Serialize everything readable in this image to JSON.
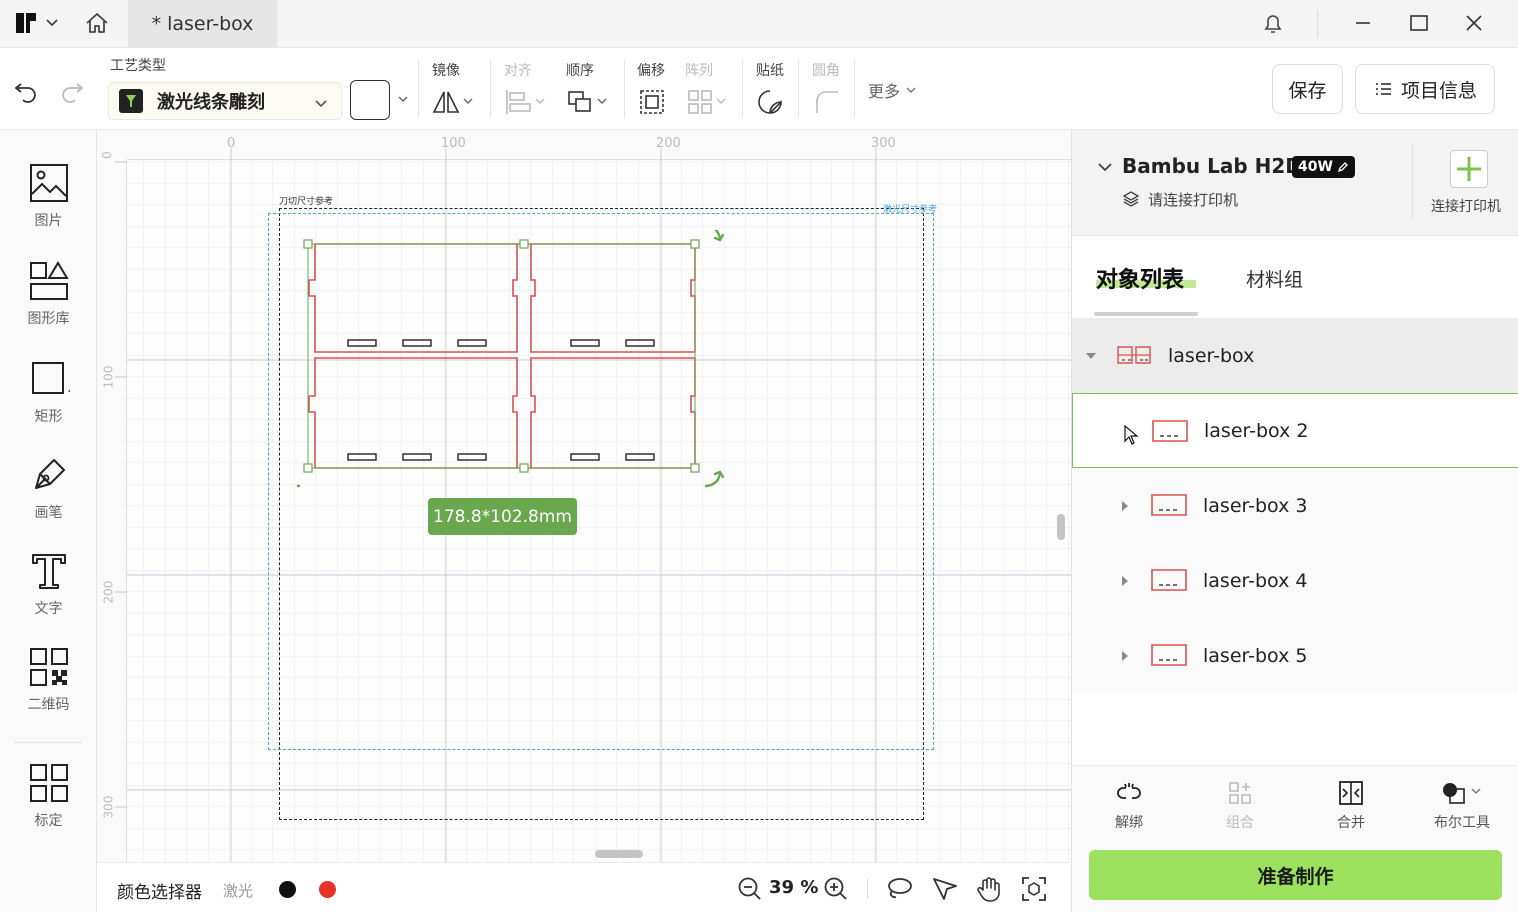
{
  "titlebar": {
    "tab_title": "* laser-box"
  },
  "toolbar": {
    "process_label": "工艺类型",
    "process_value": "激光线条雕刻",
    "groups": {
      "mirror": "镜像",
      "align": "对齐",
      "order": "顺序",
      "offset": "偏移",
      "array": "阵列",
      "sticker": "贴纸",
      "corner": "圆角",
      "more": "更多"
    },
    "save_label": "保存",
    "project_info_label": "项目信息"
  },
  "leftbar": {
    "tools": [
      "图片",
      "图形库",
      "矩形",
      "画笔",
      "文字",
      "二维码",
      "标定"
    ]
  },
  "canvas": {
    "ruler_top": [
      "0",
      "100",
      "200",
      "300"
    ],
    "ruler_left": [
      "0",
      "100",
      "200",
      "300"
    ],
    "ref_label_left": "刀切尺寸参考",
    "ref_label_right": "激光尺寸参考",
    "dimension": "178.8*102.8mm"
  },
  "bottombar": {
    "color_picker_label": "颜色选择器",
    "laser_label": "激光",
    "swatches": [
      "#111111",
      "#e8332a"
    ],
    "zoom": "39 %"
  },
  "printer": {
    "name": "Bambu Lab H2D",
    "power": "40W",
    "status": "请连接打印机",
    "connect_label": "连接打印机"
  },
  "panel": {
    "tab_objects": "对象列表",
    "tab_materials": "材料组",
    "root": "laser-box",
    "children": [
      "laser-box 2",
      "laser-box 3",
      "laser-box 4",
      "laser-box 5"
    ],
    "actions": {
      "ungroup": "解绑",
      "group": "组合",
      "merge": "合并",
      "boolean": "布尔工具"
    },
    "prepare_label": "准备制作"
  },
  "colors": {
    "accent": "#9be15d",
    "accent_dark": "#6aa84f",
    "cut_red": "#d9534f"
  }
}
